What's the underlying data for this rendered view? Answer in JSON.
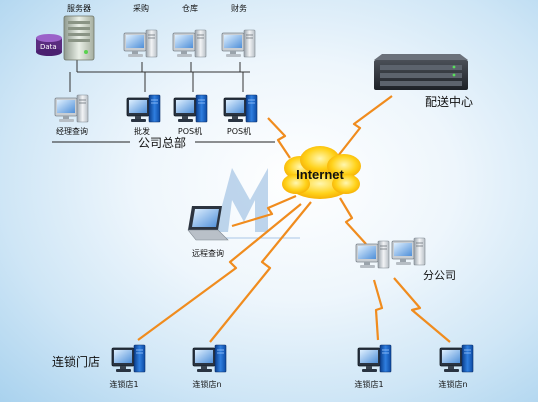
{
  "hq": {
    "caption": "公司总部",
    "server_label": "服务器",
    "data_label": "Data",
    "purchasing_label": "采购",
    "warehouse_label": "仓库",
    "finance_label": "财务",
    "manager_query_label": "经理查询",
    "wholesale_label": "批发",
    "pos1_label": "POS机",
    "pos2_label": "POS机"
  },
  "internet_label": "Internet",
  "distribution_center_label": "配送中心",
  "remote_query_label": "远程查询",
  "branch_office_label": "分公司",
  "chain_stores": {
    "group_label": "连锁门店",
    "store_1_label": "连锁店1",
    "store_n_label": "连锁店n"
  },
  "branch_stores": {
    "store_1_label": "连锁店1",
    "store_n_label": "连锁店n"
  },
  "colors": {
    "link_orange": "#f08c1e",
    "cloud_yellow": "#ffd21a",
    "background_blue": "#a9d2ee"
  }
}
